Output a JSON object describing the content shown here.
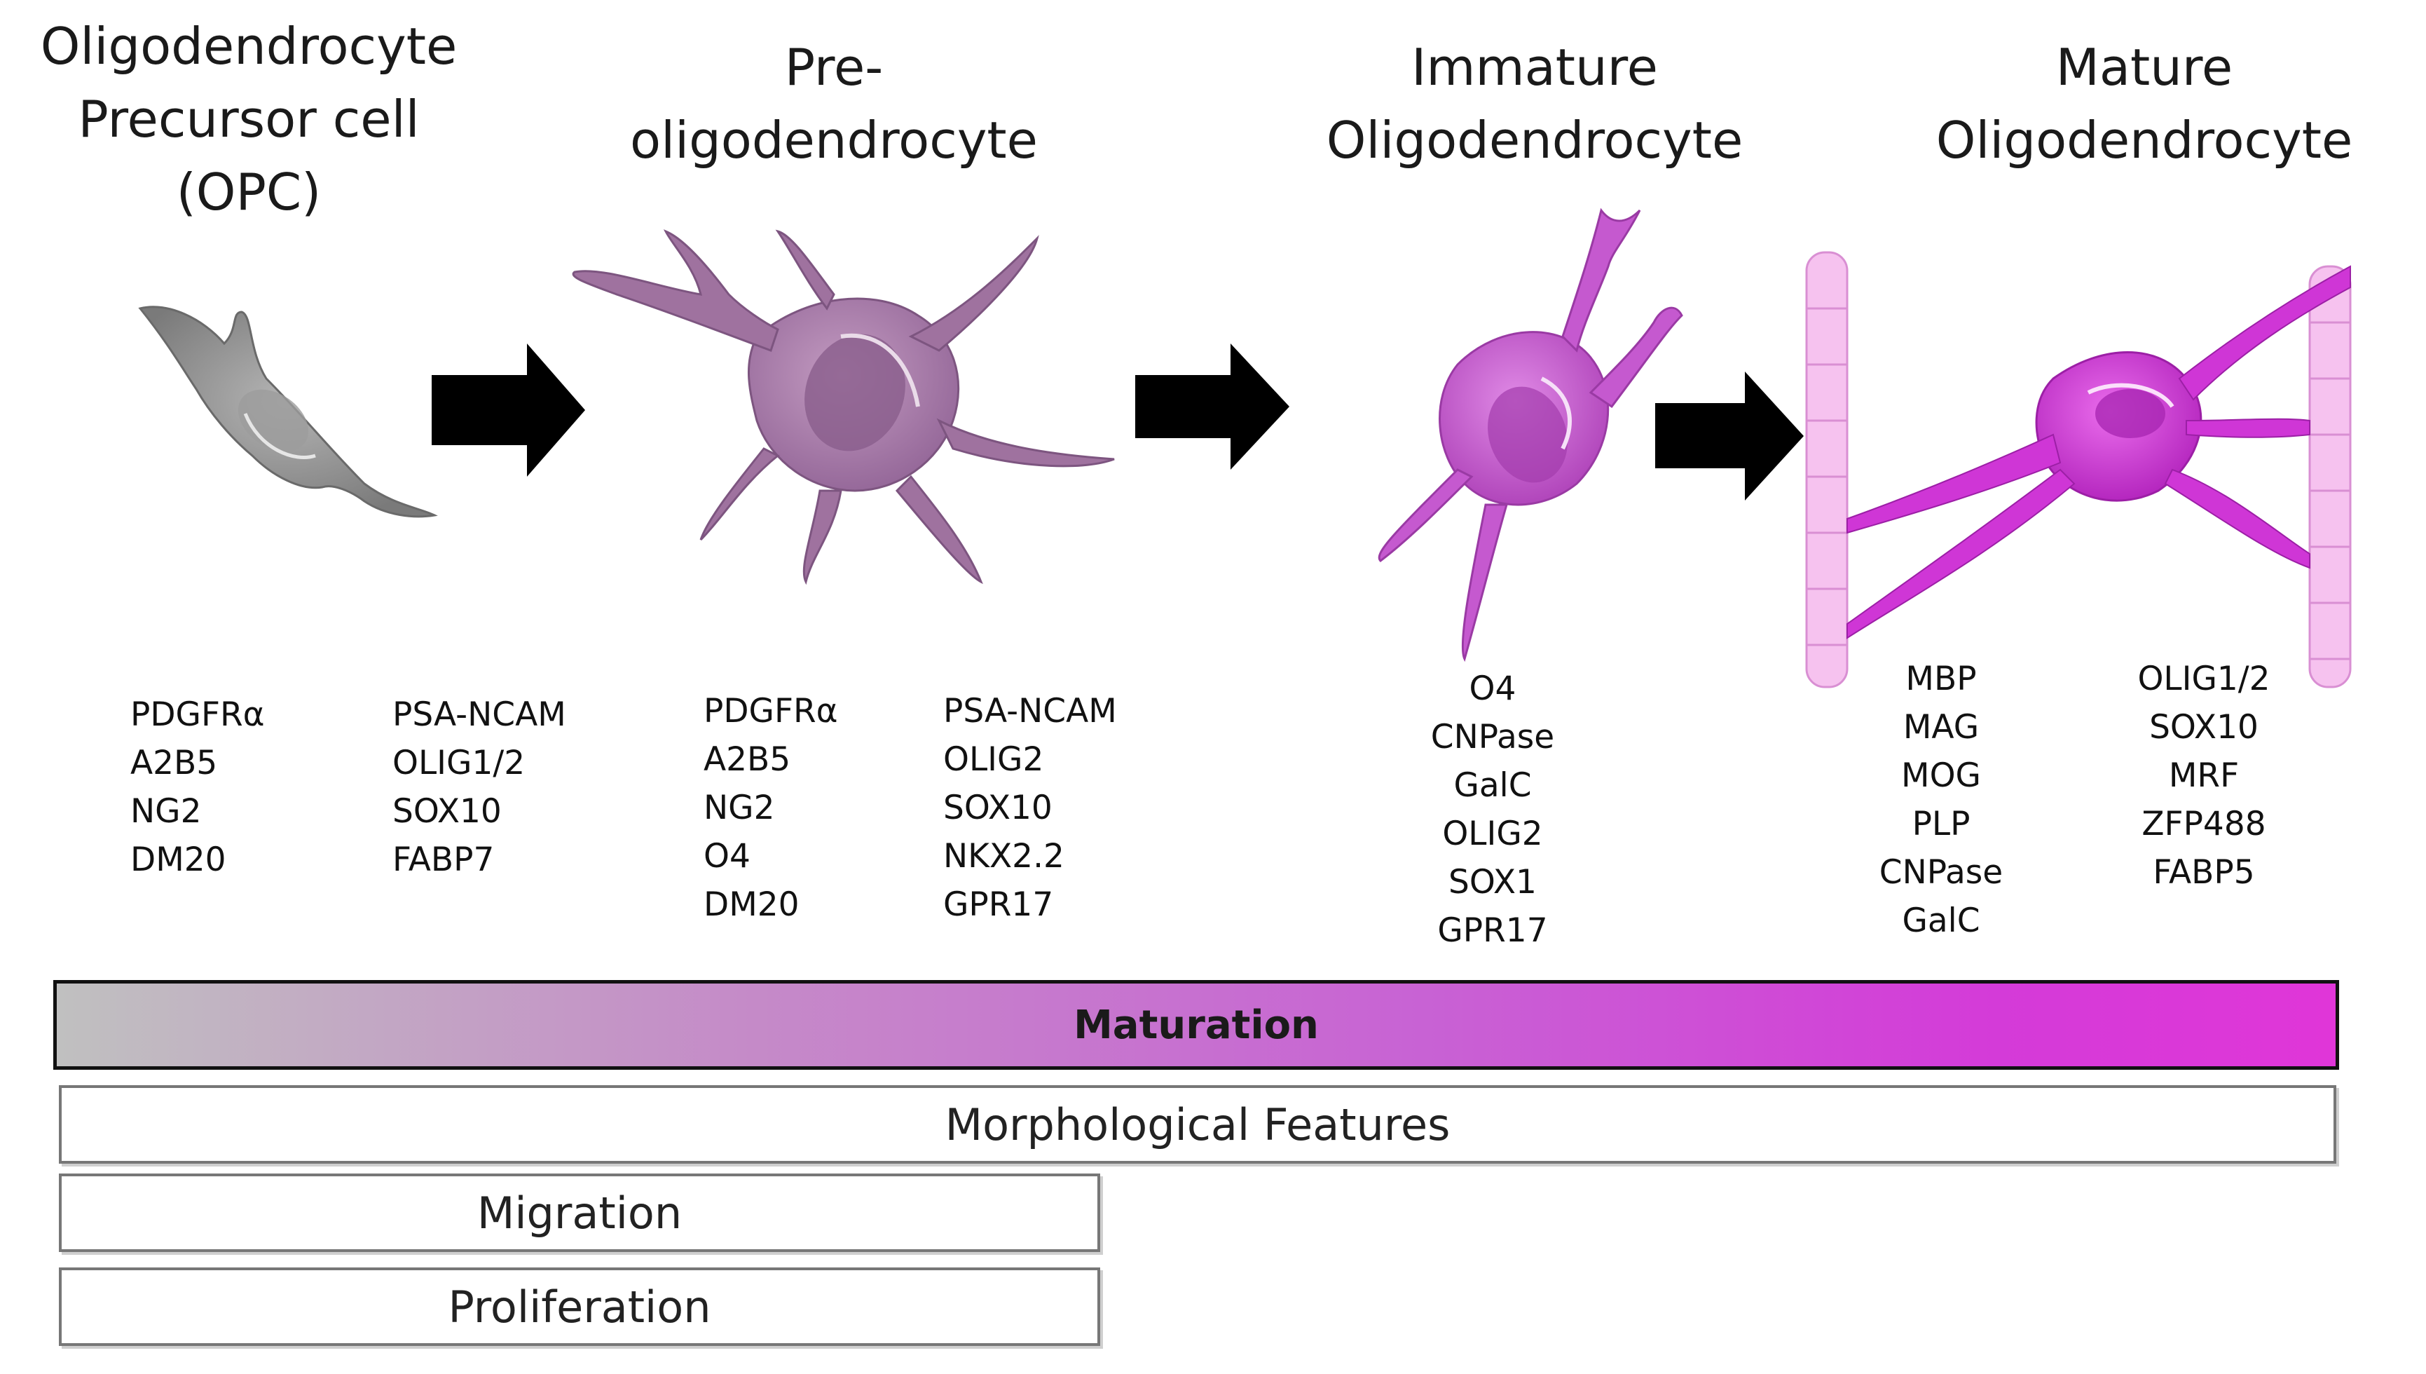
{
  "stages": [
    {
      "name": "opc",
      "title_lines": [
        "Oligodendrocyte",
        "Precursor cell",
        "(OPC)"
      ],
      "marker_columns": [
        [
          "PDGFRα",
          "A2B5",
          "NG2",
          "DM20"
        ],
        [
          "PSA-NCAM",
          "OLIG1/2",
          "SOX10",
          "FABP7"
        ]
      ]
    },
    {
      "name": "pre-oligodendrocyte",
      "title_lines": [
        "Pre-",
        "oligodendrocyte"
      ],
      "marker_columns": [
        [
          "PDGFRα",
          "A2B5",
          "NG2",
          "O4",
          "DM20"
        ],
        [
          "PSA-NCAM",
          "OLIG2",
          "SOX10",
          "NKX2.2",
          "GPR17"
        ]
      ]
    },
    {
      "name": "immature-oligodendrocyte",
      "title_lines": [
        "Immature",
        "Oligodendrocyte"
      ],
      "marker_columns": [
        [
          "O4",
          "CNPase",
          "GalC",
          "OLIG2",
          "SOX1",
          "GPR17"
        ]
      ]
    },
    {
      "name": "mature-oligodendrocyte",
      "title_lines": [
        "Mature",
        "Oligodendrocyte"
      ],
      "marker_columns": [
        [
          "MBP",
          "MAG",
          "MOG",
          "PLP",
          "CNPase",
          "GalC"
        ],
        [
          "OLIG1/2",
          "SOX10",
          "MRF",
          "ZFP488",
          "FABP5"
        ]
      ]
    }
  ],
  "bars": {
    "maturation": "Maturation",
    "morphological": "Morphological Features",
    "migration": "Migration",
    "proliferation": "Proliferation"
  },
  "colors": {
    "opc_cell": "#8f8f8f",
    "pre_cell": "#a87aa6",
    "immature_cell": "#c85bd0",
    "mature_cell": "#d135d8",
    "myelin": "#f4b8ec",
    "arrow": "#000000",
    "gradient_start": "#c0c0c0",
    "gradient_end": "#e036d8"
  }
}
